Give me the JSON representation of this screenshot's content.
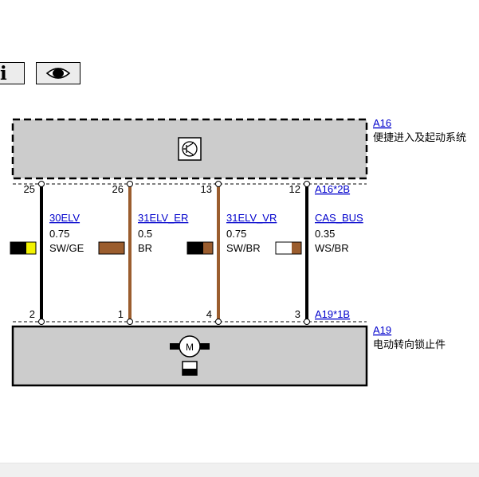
{
  "toolbar": {
    "info_icon": "info-icon",
    "view_icon": "eye-icon"
  },
  "components": {
    "top": {
      "ref": "A16",
      "name": "便捷进入及起动系统",
      "connector": "A16*2B",
      "icon": "transistor-icon"
    },
    "bottom": {
      "ref": "A19",
      "name": "电动转向锁止件",
      "connector": "A19*1B",
      "icon": "motor-icon"
    }
  },
  "wires": [
    {
      "top_pin": "25",
      "bottom_pin": "2",
      "name": "30ELV",
      "size": "0.75",
      "color_code": "SW/GE",
      "colors": [
        "#000000",
        "#f2f200"
      ]
    },
    {
      "top_pin": "26",
      "bottom_pin": "1",
      "name": "31ELV_ER",
      "size": "0.5",
      "color_code": "BR",
      "colors": [
        "#9b5d2e",
        "#9b5d2e"
      ]
    },
    {
      "top_pin": "13",
      "bottom_pin": "4",
      "name": "31ELV_VR",
      "size": "0.75",
      "color_code": "SW/BR",
      "colors": [
        "#000000",
        "#9b5d2e"
      ]
    },
    {
      "top_pin": "12",
      "bottom_pin": "3",
      "name": "CAS_BUS",
      "size": "0.35",
      "color_code": "WS/BR",
      "colors": [
        "#ffffff",
        "#9b5d2e"
      ]
    }
  ],
  "colors": {
    "component_fill": "#cccccc",
    "wire_brown": "#9b5d2e",
    "wire_black": "#000000",
    "link": "#0000cc"
  }
}
